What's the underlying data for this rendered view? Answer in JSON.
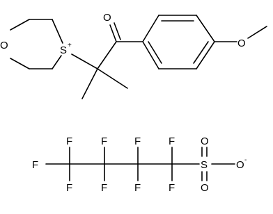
{
  "labels": {
    "oxygen": "O",
    "sulfur": "S",
    "fluorine": "F",
    "plus": "+",
    "minus": "-"
  },
  "colors": {
    "ink": "#000000",
    "background": "#ffffff"
  }
}
